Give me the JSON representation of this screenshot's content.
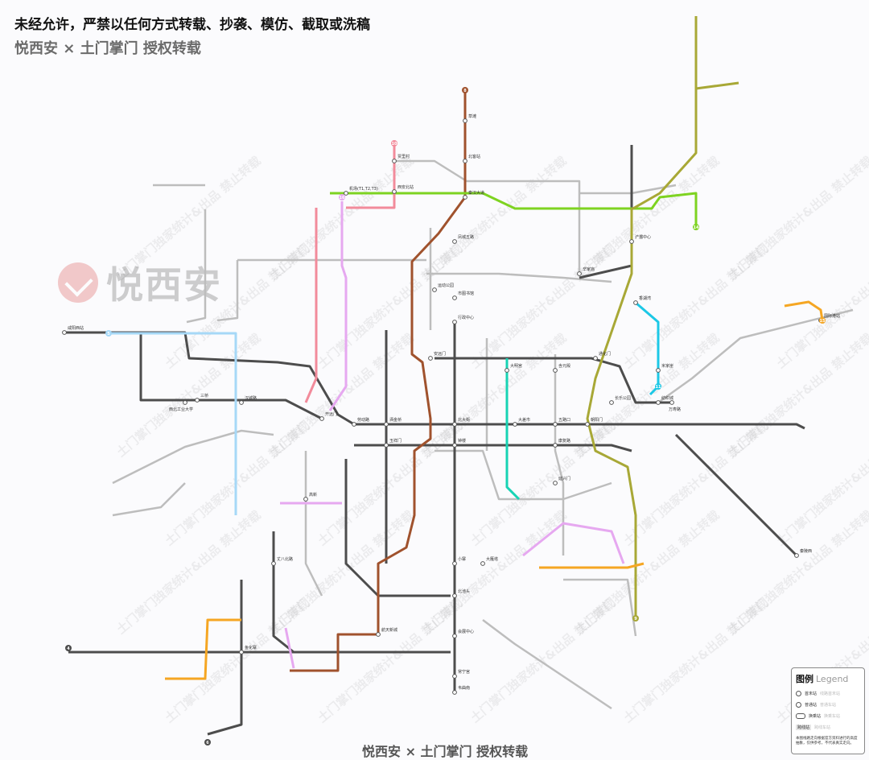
{
  "header": {
    "notice": "未经允许，严禁以任何方式转载、抄袭、模仿、截取或洗稿",
    "credit": "悦西安 × 土门掌门 授权转载"
  },
  "brand_watermark": "悦西安",
  "diagonal_watermark": "土门掌门独家统计&出品 禁止转载",
  "footer": "悦西安 × 土门掌门 授权转载",
  "colors": {
    "brown": "#a0522d",
    "green": "#7ed321",
    "pink": "#f28b9b",
    "violet": "#e6a8f0",
    "lightblue": "#a6d8f7",
    "cyan": "#1cc8e6",
    "teal": "#17d3b4",
    "olive": "#a8a836",
    "orange": "#f5a623",
    "dark": "#4d4d4d",
    "gray": "#bdbdbd"
  },
  "badges": [
    "8",
    "14",
    "10",
    "16",
    "15",
    "9",
    "11",
    "5",
    "6",
    "4"
  ],
  "stations": [
    {
      "name": "机场(T1,T2,T3)"
    },
    {
      "name": "西安北站"
    },
    {
      "name": "北客站"
    },
    {
      "name": "凤城五路"
    },
    {
      "name": "行政中心"
    },
    {
      "name": "市图书馆"
    },
    {
      "name": "北大街"
    },
    {
      "name": "钟楼"
    },
    {
      "name": "五路口"
    },
    {
      "name": "朝阳门"
    },
    {
      "name": "康复路"
    },
    {
      "name": "通化门"
    },
    {
      "name": "长乐公园"
    },
    {
      "name": "万寿路"
    },
    {
      "name": "纺织城"
    },
    {
      "name": "玉祥门"
    },
    {
      "name": "洒金桥"
    },
    {
      "name": "开远门"
    },
    {
      "name": "劳动路"
    },
    {
      "name": "汉城路"
    },
    {
      "name": "三桥"
    },
    {
      "name": "咸阳西站"
    },
    {
      "name": "小寨"
    },
    {
      "name": "大雁塔"
    },
    {
      "name": "北池头"
    },
    {
      "name": "会展中心"
    },
    {
      "name": "韦曲南"
    },
    {
      "name": "辛家庙"
    },
    {
      "name": "浐灞中心"
    },
    {
      "name": "香湖湾"
    },
    {
      "name": "贾里村"
    },
    {
      "name": "秦汉大道"
    },
    {
      "name": "草滩"
    },
    {
      "name": "西北工业大学"
    },
    {
      "name": "延兴门"
    },
    {
      "name": "常宁宫"
    },
    {
      "name": "航天新城"
    },
    {
      "name": "鱼化寨"
    },
    {
      "name": "高新"
    },
    {
      "name": "丈八北路"
    },
    {
      "name": "米家崖"
    },
    {
      "name": "国际港站"
    },
    {
      "name": "大明宫"
    },
    {
      "name": "含元殿"
    },
    {
      "name": "安远门"
    },
    {
      "name": "大差市"
    },
    {
      "name": "运动公园"
    },
    {
      "name": "秦陵西"
    }
  ],
  "legend": {
    "title": "图例",
    "title_en": "Legend",
    "items": [
      {
        "label": "首末站",
        "desc": "线路首末站"
      },
      {
        "label": "普通站",
        "desc": "普通车站"
      },
      {
        "label": "换乘站",
        "desc": "换乘车站"
      },
      {
        "label": "跨线站",
        "desc": "跨线车站"
      }
    ],
    "note": "本图线路走向根据官方资料进行的高度抽象，仅供参考，不代表真实走向。"
  }
}
